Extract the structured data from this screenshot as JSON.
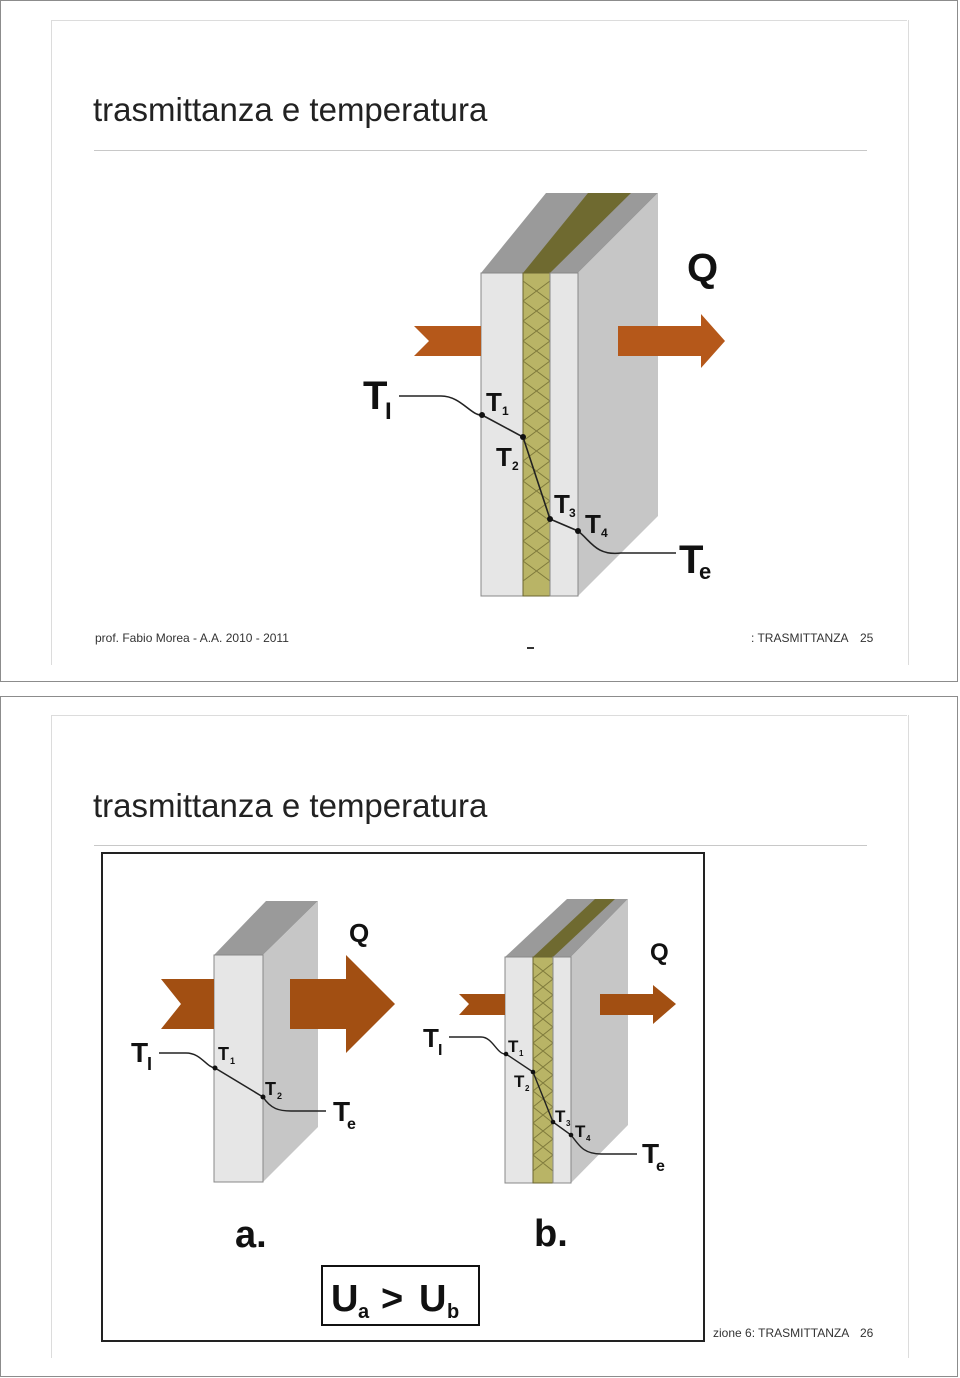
{
  "slide1": {
    "title": "trasmittanza e temperatura",
    "footer_left": "prof. Fabio Morea - A.A. 2010 - 2011",
    "footer_right": ": TRASMITTANZA",
    "page_number": "25",
    "figure": {
      "heat_flow": "Q",
      "t_inner": "T",
      "t_inner_sub": "I",
      "t1": "T",
      "t1_sub": "1",
      "t2": "T",
      "t2_sub": "2",
      "t3": "T",
      "t3_sub": "3",
      "t4": "T",
      "t4_sub": "4",
      "t_ext": "T",
      "t_ext_sub": "e"
    }
  },
  "slide2": {
    "title": "trasmittanza e temperatura",
    "footer_right": "zione 6: TRASMITTANZA",
    "page_number": "26",
    "figure": {
      "wall_a": {
        "label": "a.",
        "heat_flow": "Q",
        "t_inner": "T",
        "t_inner_sub": "I",
        "t1": "T",
        "t1_sub": "1",
        "t2": "T",
        "t2_sub": "2",
        "t_ext": "T",
        "t_ext_sub": "e"
      },
      "wall_b": {
        "label": "b.",
        "heat_flow": "Q",
        "t_inner": "T",
        "t_inner_sub": "I",
        "t1": "T",
        "t1_sub": "1",
        "t2": "T",
        "t2_sub": "2",
        "t3": "T",
        "t3_sub": "3",
        "t4": "T",
        "t4_sub": "4",
        "t_ext": "T",
        "t_ext_sub": "e"
      },
      "comparison": {
        "u": "U",
        "sub_a": "a",
        "op": ">",
        "sub_b": "b"
      }
    }
  },
  "colors": {
    "arrow": "#b5581a",
    "insulation": "#b9b466",
    "wall_light": "#e6e6e6",
    "wall_side": "#c8c8c8",
    "wall_top": "#9a9a9a"
  }
}
